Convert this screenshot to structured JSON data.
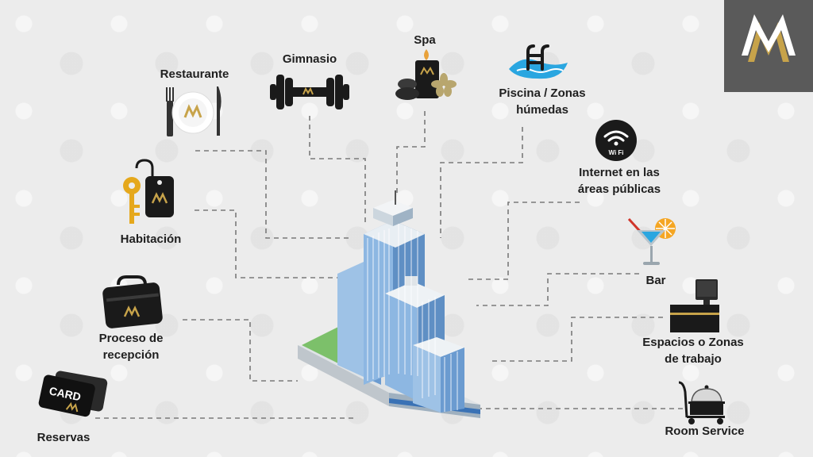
{
  "services": {
    "restaurante": "Restaurante",
    "gimnasio": "Gimnasio",
    "spa": "Spa",
    "piscina_line1": "Piscina / Zonas",
    "piscina_line2": "húmedas",
    "internet_line1": "Internet en las",
    "internet_line2": "áreas públicas",
    "habitacion": "Habitación",
    "bar": "Bar",
    "recepcion_line1": "Proceso de",
    "recepcion_line2": "recepción",
    "trabajo_line1": "Espacios o Zonas",
    "trabajo_line2": "de trabajo",
    "reservas": "Reservas",
    "room_service": "Room Service"
  },
  "icon_text": {
    "card": "CARD",
    "wifi": "Wi Fi"
  },
  "colors": {
    "background": "#ececec",
    "text": "#1f1f1f",
    "icon_dark": "#1a1a1a",
    "gold": "#c7a34a",
    "building_blue": "#5f8fc4",
    "pool_blue": "#2aa6e0",
    "logo_box": "#5a5a5a"
  }
}
